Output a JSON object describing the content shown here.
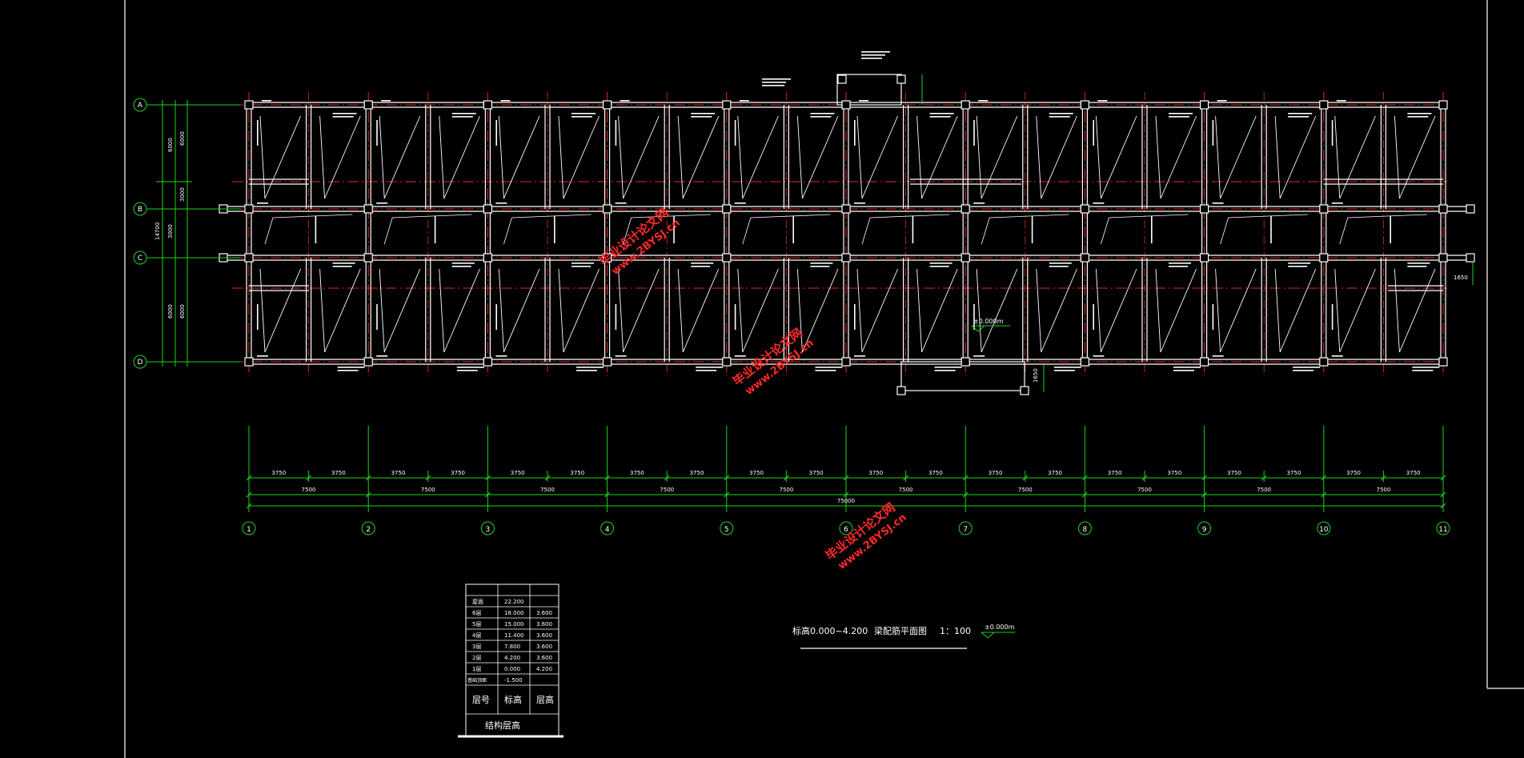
{
  "colors": {
    "background": "#000000",
    "beam": "#ffffff",
    "axis": "#e02828",
    "dimension": "#1fd21f",
    "text": "#ffffff",
    "watermark": "#ff2a2a"
  },
  "grid": {
    "row_labels": [
      "A",
      "B",
      "C",
      "D"
    ],
    "column_labels": [
      "1",
      "2",
      "3",
      "4",
      "5",
      "6",
      "7",
      "8",
      "9",
      "10",
      "11"
    ]
  },
  "dimensions": {
    "half_bays": [
      "3750",
      "3750",
      "3750",
      "3750",
      "3750",
      "3750",
      "3750",
      "3750",
      "3750",
      "3750",
      "3750",
      "3750",
      "3750",
      "3750",
      "3750",
      "3750",
      "3750",
      "3750",
      "3750",
      "3750"
    ],
    "bays": [
      "7500",
      "7500",
      "7500",
      "7500",
      "7500",
      "7500",
      "7500",
      "7500",
      "7500",
      "7500"
    ],
    "total": "75000",
    "left_outer": "14700",
    "left_parts": [
      "6000",
      "3000",
      "6000"
    ],
    "left_inner": [
      "6000",
      "3000",
      "6000"
    ]
  },
  "floor_table": {
    "rows": [
      {
        "floor": "屋面",
        "elevation": "22.200",
        "height": ""
      },
      {
        "floor": "6层",
        "elevation": "18.000",
        "height": "3.600"
      },
      {
        "floor": "5层",
        "elevation": "15.000",
        "height": "3.600"
      },
      {
        "floor": "4层",
        "elevation": "11.400",
        "height": "3.600"
      },
      {
        "floor": "3层",
        "elevation": "7.800",
        "height": "3.600"
      },
      {
        "floor": "2层",
        "elevation": "4.200",
        "height": "3.600"
      },
      {
        "floor": "1层",
        "elevation": "0.000",
        "height": "4.200"
      },
      {
        "floor": "基础顶面",
        "elevation": "-1.500",
        "height": ""
      }
    ],
    "header": {
      "floor": "层号",
      "elevation": "标高",
      "height": "层高"
    },
    "caption": "结构层高"
  },
  "title_block": {
    "elevation_range": "标高0.000~4.200",
    "title": "梁配筋平面图",
    "scale": "1：100",
    "elevation_mark": "±0.000m"
  },
  "plan_marks": {
    "level_mark": "±0.000m",
    "small_dims": [
      "1650",
      "1650"
    ]
  },
  "watermark": {
    "cn": "毕业设计论文网",
    "url": "www.2BYSJ.cn"
  }
}
